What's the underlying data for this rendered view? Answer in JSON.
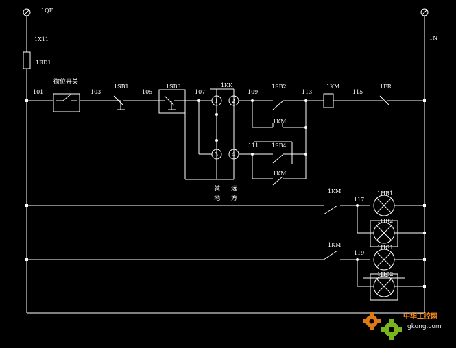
{
  "diagram": {
    "labels": {
      "breaker": "1QF",
      "wire_left_top": "1X11",
      "fuse": "1RD1",
      "neutral": "1N",
      "limit_switch": "微位开关",
      "n101": "101",
      "n103": "103",
      "sb1": "1SB1",
      "n105": "105",
      "sb3": "1SB3",
      "n107": "107",
      "kk": "1KK",
      "n109": "109",
      "sb2": "1SB2",
      "n113": "113",
      "km_coil": "1KM",
      "n115": "115",
      "fr": "1FR",
      "km_aux_1": "1KM",
      "n111": "111",
      "sb4": "1SB4",
      "km_aux_2": "1KM",
      "local_1": "就",
      "local_2": "地",
      "remote_1": "远",
      "remote_2": "方",
      "km_contact_3": "1KM",
      "n117": "117",
      "lamp_1": "1HR1",
      "lamp_2": "1HR2",
      "km_contact_4": "1KM",
      "n119": "119",
      "lamp_3": "1HG1",
      "lamp_4": "1HG2",
      "kk_pos_1": "1",
      "kk_pos_2": "2",
      "kk_pos_3": "3",
      "kk_pos_4": "4"
    },
    "watermark": {
      "cn_text": "中华工控网",
      "url_text": "gkong.com"
    }
  }
}
